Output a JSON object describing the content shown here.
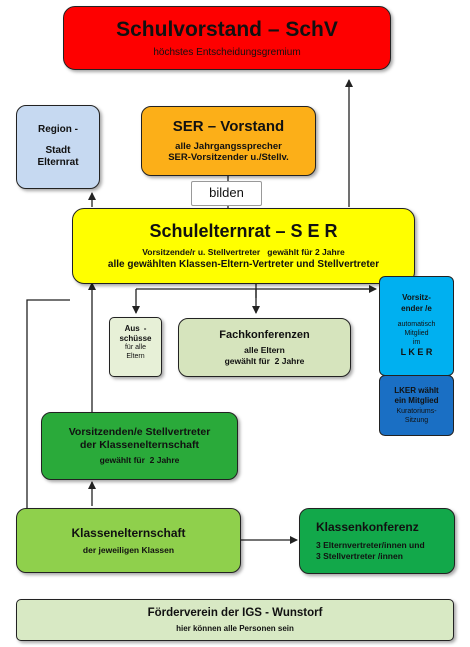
{
  "colors": {
    "red": "#fe0000",
    "blue_light": "#c6d9f1",
    "orange": "#fcaf18",
    "yellow": "#ffff00",
    "pale_green": "#e7f0d7",
    "olive_light": "#d6e4bd",
    "green_mid": "#2aaa3a",
    "green_light": "#8fd04c",
    "green_dark": "#12a84a",
    "sky_blue": "#00b0f0",
    "dark_blue": "#1a6fc4",
    "footer_green": "#d8e9c4"
  },
  "schulvorstand": {
    "title": "Schulvorstand – SchV",
    "subtitle": "höchstes Entscheidungsgremium"
  },
  "region": {
    "line1": "Region -",
    "line2": "Stadt",
    "line3": "Elternrat"
  },
  "ser_vorstand": {
    "title": "SER – Vorstand",
    "line1": "alle Jahrgangssprecher",
    "line2": "SER-Vorsitzender u./Stellv."
  },
  "bilden": "bilden",
  "schulelternrat": {
    "title": "Schulelternrat – S E R",
    "line1": "Vorsitzende/r u. Stellvertreter   gewählt für 2 Jahre",
    "line2": "alle gewählten Klassen-Eltern-Vertreter und Stellvertreter"
  },
  "lker_top": {
    "line1": "Vorsitz-",
    "line2": "ender /e",
    "line3": "automatisch",
    "line4": "Mitglied",
    "line5": "im",
    "line6": "L K E R"
  },
  "lker_bottom": {
    "line1": "LKER  wählt",
    "line2": "ein Mitglied",
    "line3": "Kuratoriums-",
    "line4": "Sitzung"
  },
  "ausschuesse": {
    "line1": "Aus",
    "line2": "-",
    "line3": "schüsse",
    "line4": "für alle",
    "line5": "Eltern"
  },
  "fachkonferenzen": {
    "title": "Fachkonferenzen",
    "line1": "alle Eltern",
    "line2": "gewählt für  2 Jahre"
  },
  "vorsitzende": {
    "line1": "Vorsitzenden/e Stellvertreter",
    "line2": "der Klassenelternschaft",
    "line3": "gewählt für  2 Jahre"
  },
  "klasseneltern": {
    "title": "Klasseneltern",
    "title2": "schaft",
    "line1": "der jeweiligen Klassen"
  },
  "klassenkonferenz": {
    "title": "Klassenkonferenz",
    "line1": "3 Elternvertreter/innen und",
    "line2": "3 Stellvertreter /innen"
  },
  "foerderverein": {
    "title": "Förderverein der IGS - Wunstorf",
    "line1": "hier können alle Personen sein"
  }
}
